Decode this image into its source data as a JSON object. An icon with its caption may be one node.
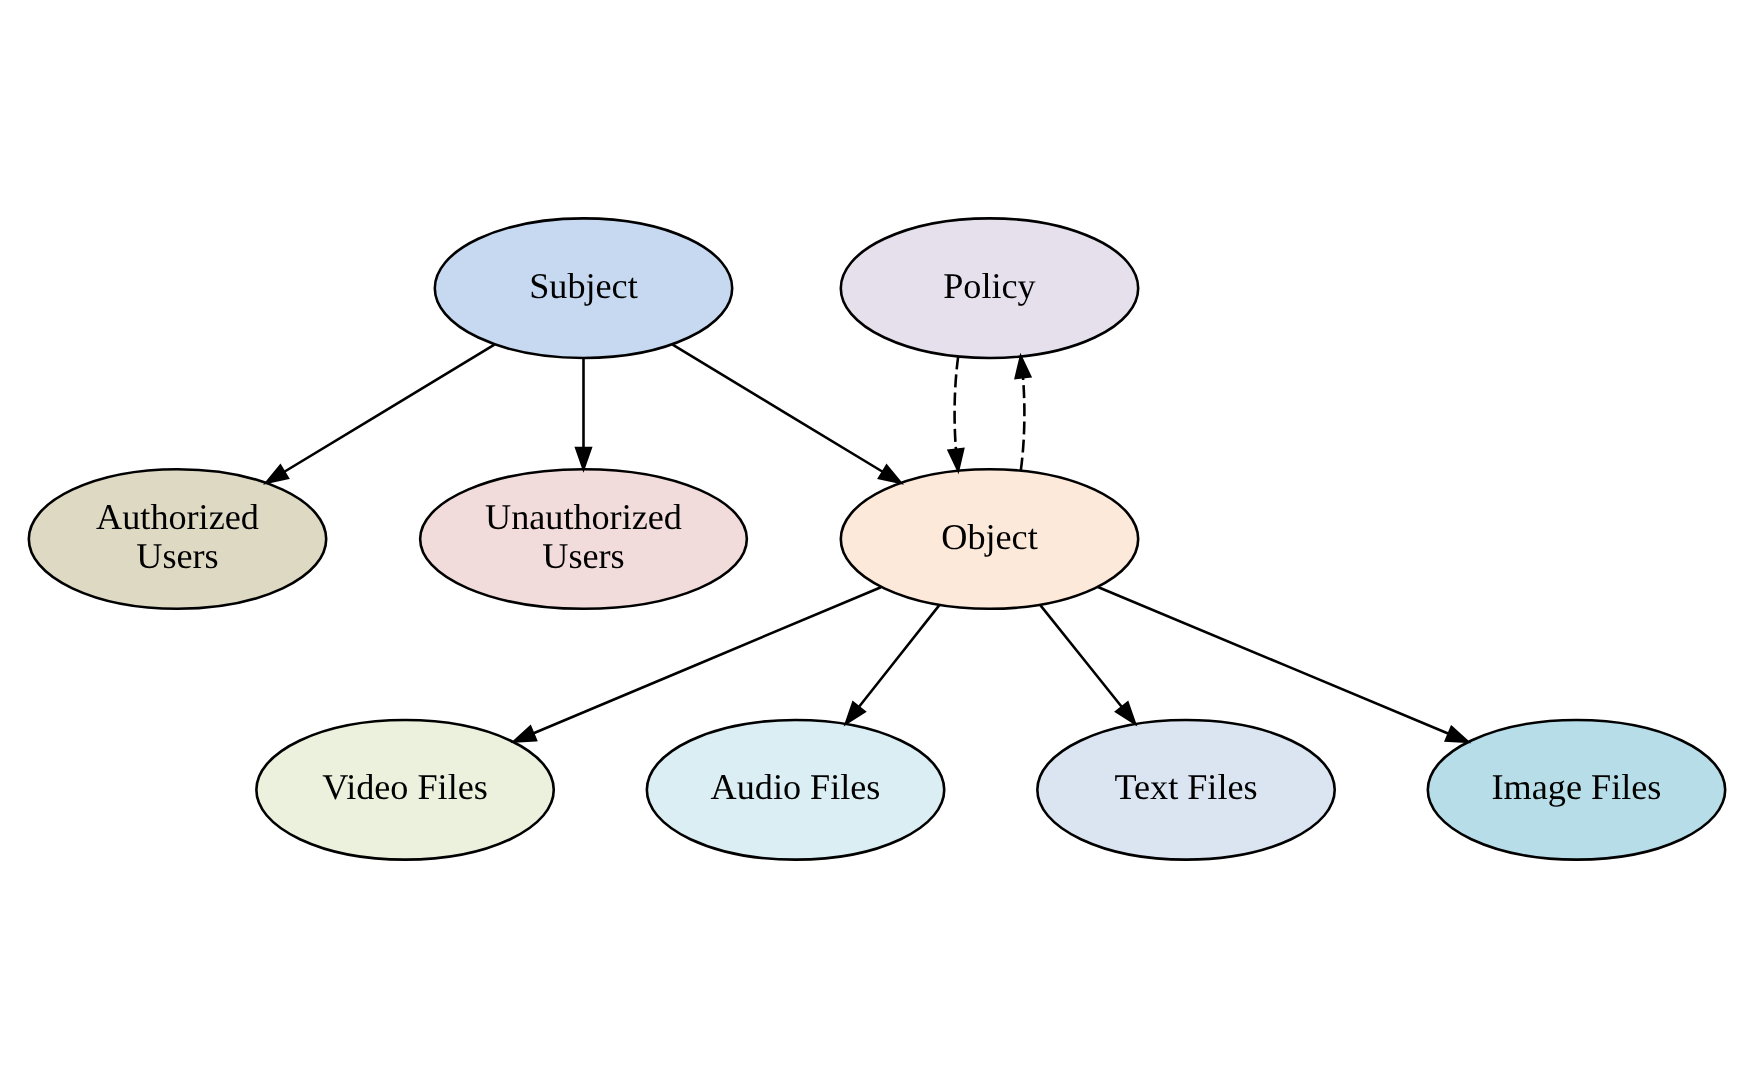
{
  "diagram": {
    "nodes": [
      {
        "text": [
          "Authorized Users"
        ]
      },
      {
        "text": [
          "Unauthorized Users"
        ]
      },
      {
        "text": [
          "Subject"
        ]
      },
      {
        "text": [
          "Policy"
        ]
      },
      {
        "text": [
          "Object"
        ]
      },
      {
        "text": [
          "Video Files"
        ]
      },
      {
        "text": [
          "Audio Files"
        ]
      },
      {
        "text": [
          "Text Files"
        ]
      },
      {
        "text": [
          "Image Files"
        ]
      }
    ],
    "edges": [
      {
        "from": 2,
        "to": 0,
        "arrow": "to"
      },
      {
        "from": 2,
        "to": 1,
        "arrow": "to"
      },
      {
        "from": 2,
        "to": 4,
        "arrow": "to"
      },
      {
        "from": 3,
        "to": 4,
        "arrow": "to",
        "style": "dashed"
      },
      {
        "from": 4,
        "to": 3,
        "arrow": "to",
        "style": "dashed"
      },
      {
        "from": 4,
        "to": 5,
        "arrow": "to"
      },
      {
        "from": 4,
        "to": 6,
        "arrow": "to"
      },
      {
        "from": 4,
        "to": 7,
        "arrow": "to"
      },
      {
        "from": 4,
        "to": 8,
        "arrow": "to"
      }
    ]
  }
}
